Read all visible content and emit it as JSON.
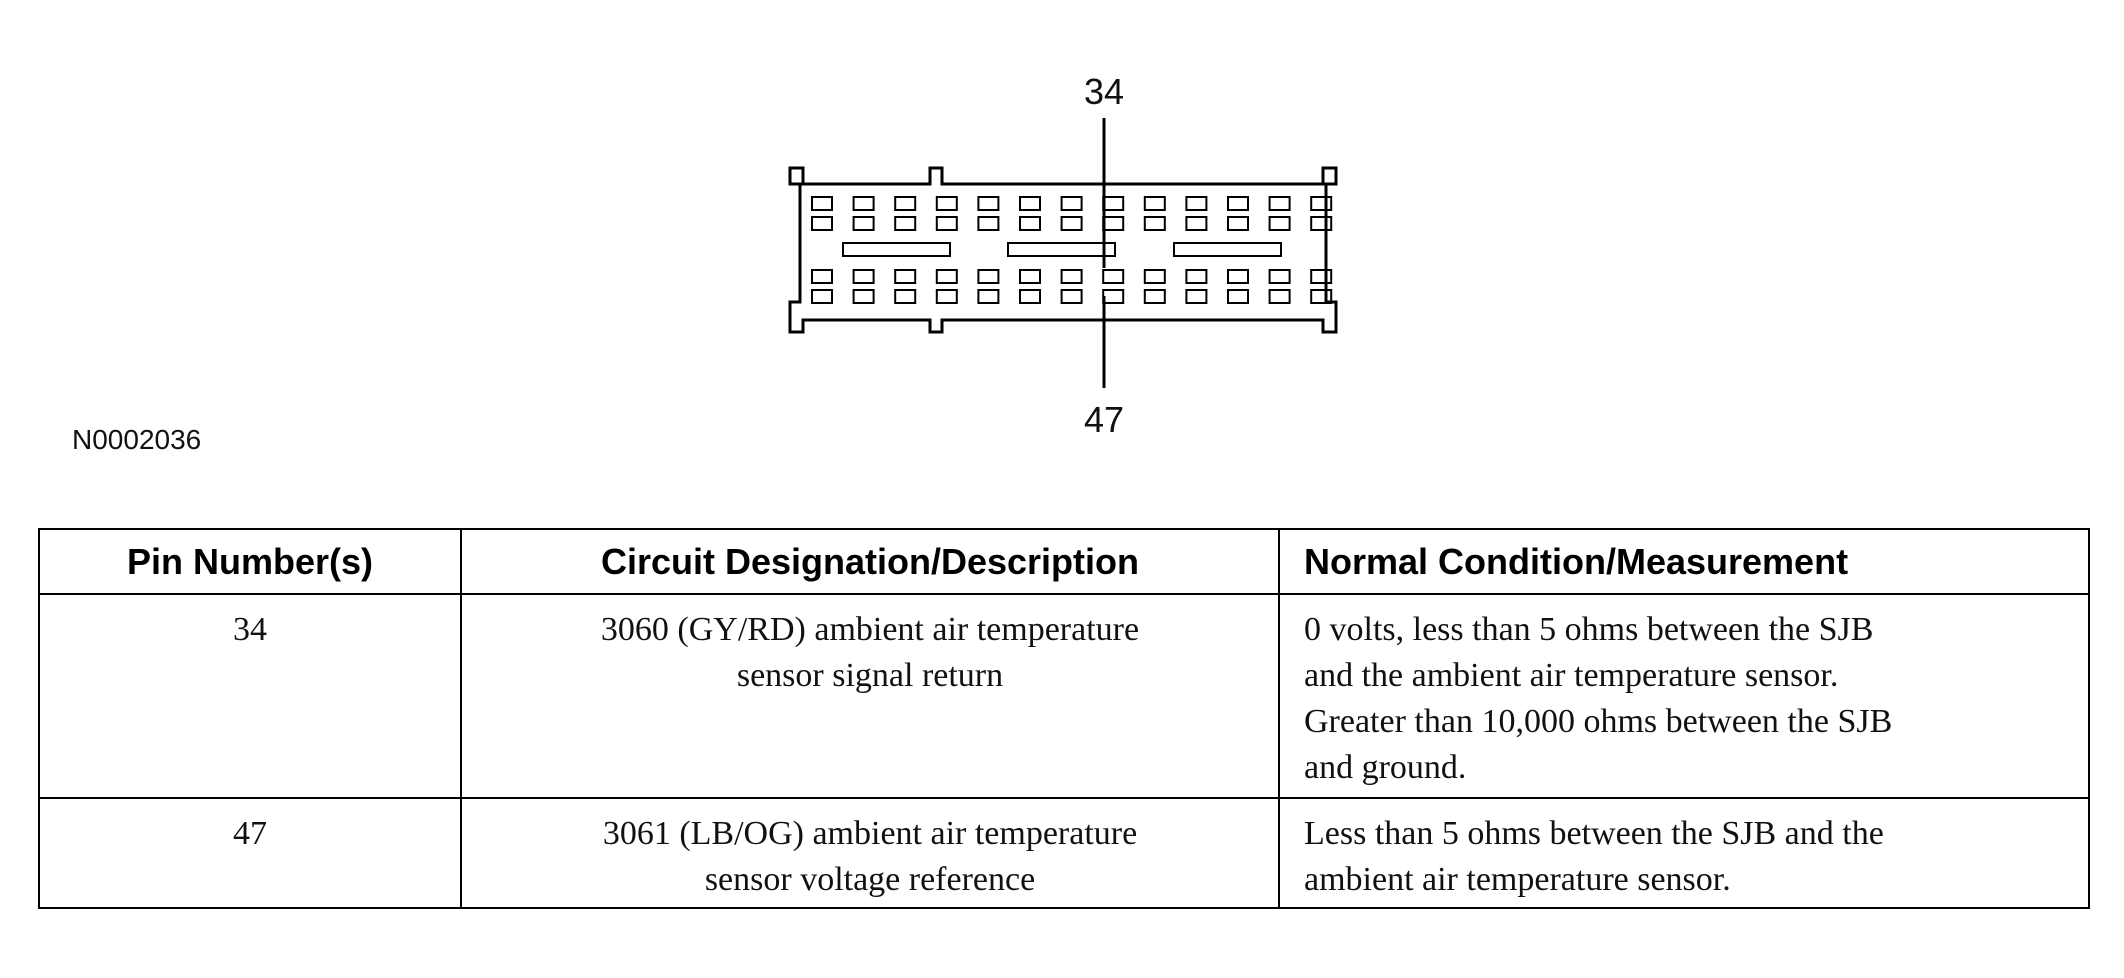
{
  "figure": {
    "pin_label_top": "34",
    "pin_label_bottom": "47",
    "figure_id": "N0002036"
  },
  "table": {
    "headers": [
      "Pin Number(s)",
      "Circuit Designation/Description",
      "Normal Condition/Measurement"
    ],
    "rows": [
      {
        "pin": "34",
        "circuit_line1": "3060 (GY/RD) ambient air temperature",
        "circuit_line2": "sensor signal return",
        "condition_lines": [
          "0 volts, less than 5 ohms between the SJB",
          "and the ambient air temperature sensor.",
          "Greater than 10,000 ohms between the SJB",
          "and ground."
        ]
      },
      {
        "pin": "47",
        "circuit_line1": "3061 (LB/OG) ambient air temperature",
        "circuit_line2": "sensor voltage reference",
        "condition_lines": [
          "Less than 5 ohms between the SJB and the",
          "ambient air temperature sensor."
        ]
      }
    ]
  }
}
